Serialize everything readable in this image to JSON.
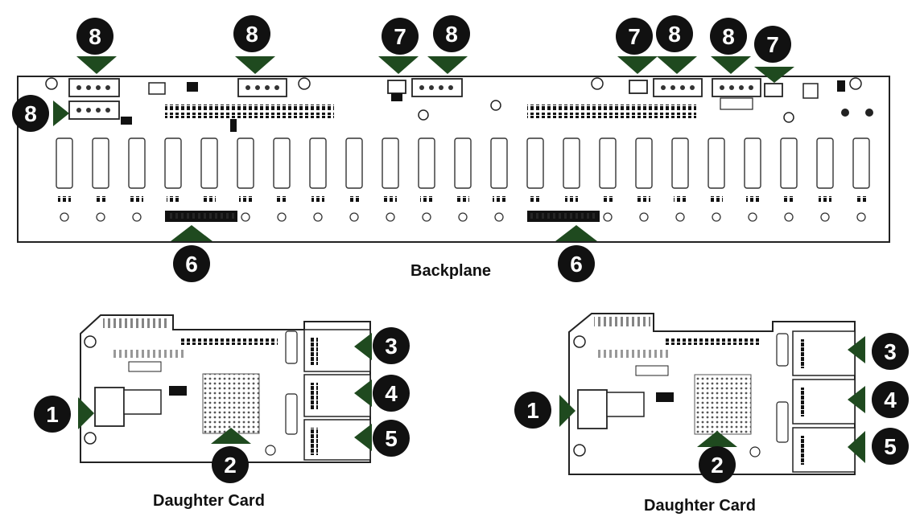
{
  "labels": {
    "backplane": "Backplane",
    "daughter_card_left": "Daughter Card",
    "daughter_card_right": "Daughter Card"
  },
  "callouts": {
    "c1": "1",
    "c2": "2",
    "c3": "3",
    "c4": "4",
    "c5": "5",
    "c6": "6",
    "c7": "7",
    "c8": "8"
  },
  "colors": {
    "callout_fill": "#111111",
    "arrow": "#1f4a1f",
    "board_line": "#222222"
  }
}
